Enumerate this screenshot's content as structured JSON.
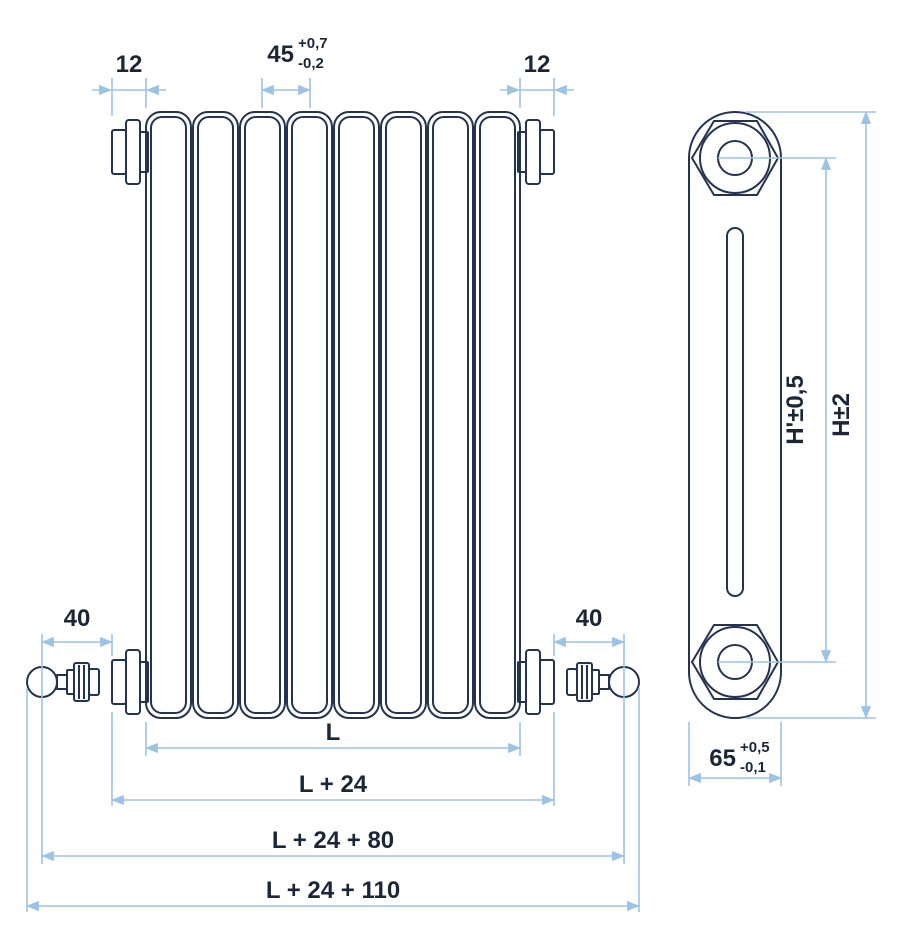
{
  "colors": {
    "ink": "#243350",
    "dim": "#9cc3e4",
    "text": "#1b2737",
    "background": "#ffffff"
  },
  "dims": {
    "top_left_width": "12",
    "top_right_width": "12",
    "tube_pitch": "45",
    "tube_pitch_tol_plus": "+0,7",
    "tube_pitch_tol_minus": "-0,2",
    "valve_offset_left": "40",
    "valve_offset_right": "40",
    "length": "L",
    "length_plus_24": "L + 24",
    "length_plus_24_80": "L + 24 + 80",
    "length_plus_24_110": "L + 24 + 110",
    "center_height": "H'±0,5",
    "overall_height": "H±2",
    "depth": "65",
    "depth_tol_plus": "+0,5",
    "depth_tol_minus": "-0,1"
  }
}
